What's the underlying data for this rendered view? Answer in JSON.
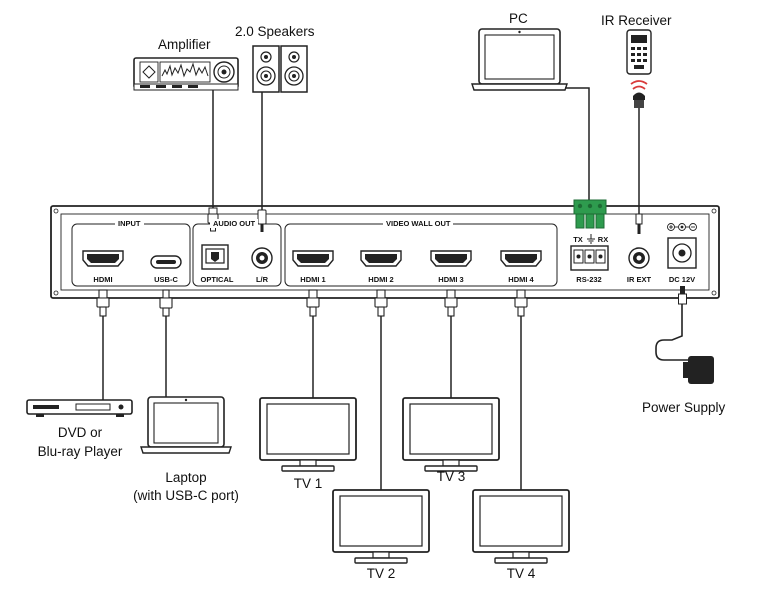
{
  "devices": {
    "amplifier": "Amplifier",
    "speakers": "2.0 Speakers",
    "pc": "PC",
    "ir_receiver": "IR Receiver",
    "power_supply": "Power Supply",
    "player_line1": "DVD or",
    "player_line2": "Blu-ray Player",
    "laptop_line1": "Laptop",
    "laptop_line2": "(with USB-C port)",
    "tv1": "TV 1",
    "tv2": "TV 2",
    "tv3": "TV 3",
    "tv4": "TV 4"
  },
  "panel": {
    "group_input": "INPUT",
    "group_audio": "AUDIO OUT",
    "group_video": "VIDEO WALL OUT",
    "port_hdmi": "HDMI",
    "port_usbc": "USB-C",
    "port_optical": "OPTICAL",
    "port_lr": "L/R",
    "port_hdmi1": "HDMI 1",
    "port_hdmi2": "HDMI 2",
    "port_hdmi3": "HDMI 3",
    "port_hdmi4": "HDMI 4",
    "rs232_tx": "TX",
    "rs232_rx": "RX",
    "port_rs232": "RS-232",
    "port_irext": "IR EXT",
    "port_dc": "DC 12V"
  },
  "colors": {
    "line": "#222222",
    "terminal_green": "#2e9b4e",
    "ir_red": "#d93a3a",
    "panel_fill": "#ffffff"
  }
}
